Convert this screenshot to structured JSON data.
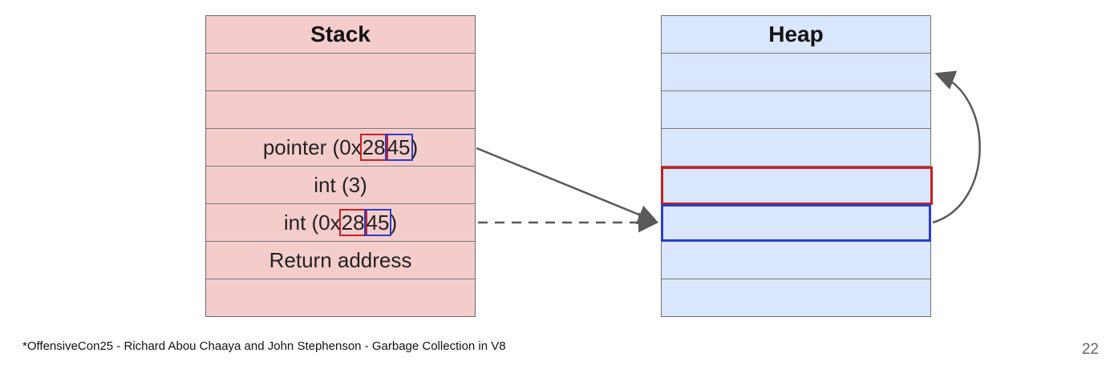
{
  "stack": {
    "title": "Stack",
    "rows": [
      "",
      "",
      "pointer_row",
      "int (3)",
      "int_row",
      "Return address",
      ""
    ],
    "pointer": {
      "prefix": "pointer (0x",
      "red": "28",
      "blue": "45",
      "suffix": ")"
    },
    "int_hex": {
      "prefix": "int (0x",
      "red": "28",
      "blue": "45",
      "suffix": ")"
    }
  },
  "heap": {
    "title": "Heap",
    "row_count": 7
  },
  "colors": {
    "stack_fill": "#f4cccc",
    "heap_fill": "#d9e6fb",
    "highlight_red": "#c81e1e",
    "highlight_blue": "#2a3fc7",
    "arrow": "#595959"
  },
  "footer": {
    "source": "*OffensiveCon25 - Richard Abou Chaaya and John Stephenson - Garbage Collection in V8",
    "page_number": "22"
  }
}
